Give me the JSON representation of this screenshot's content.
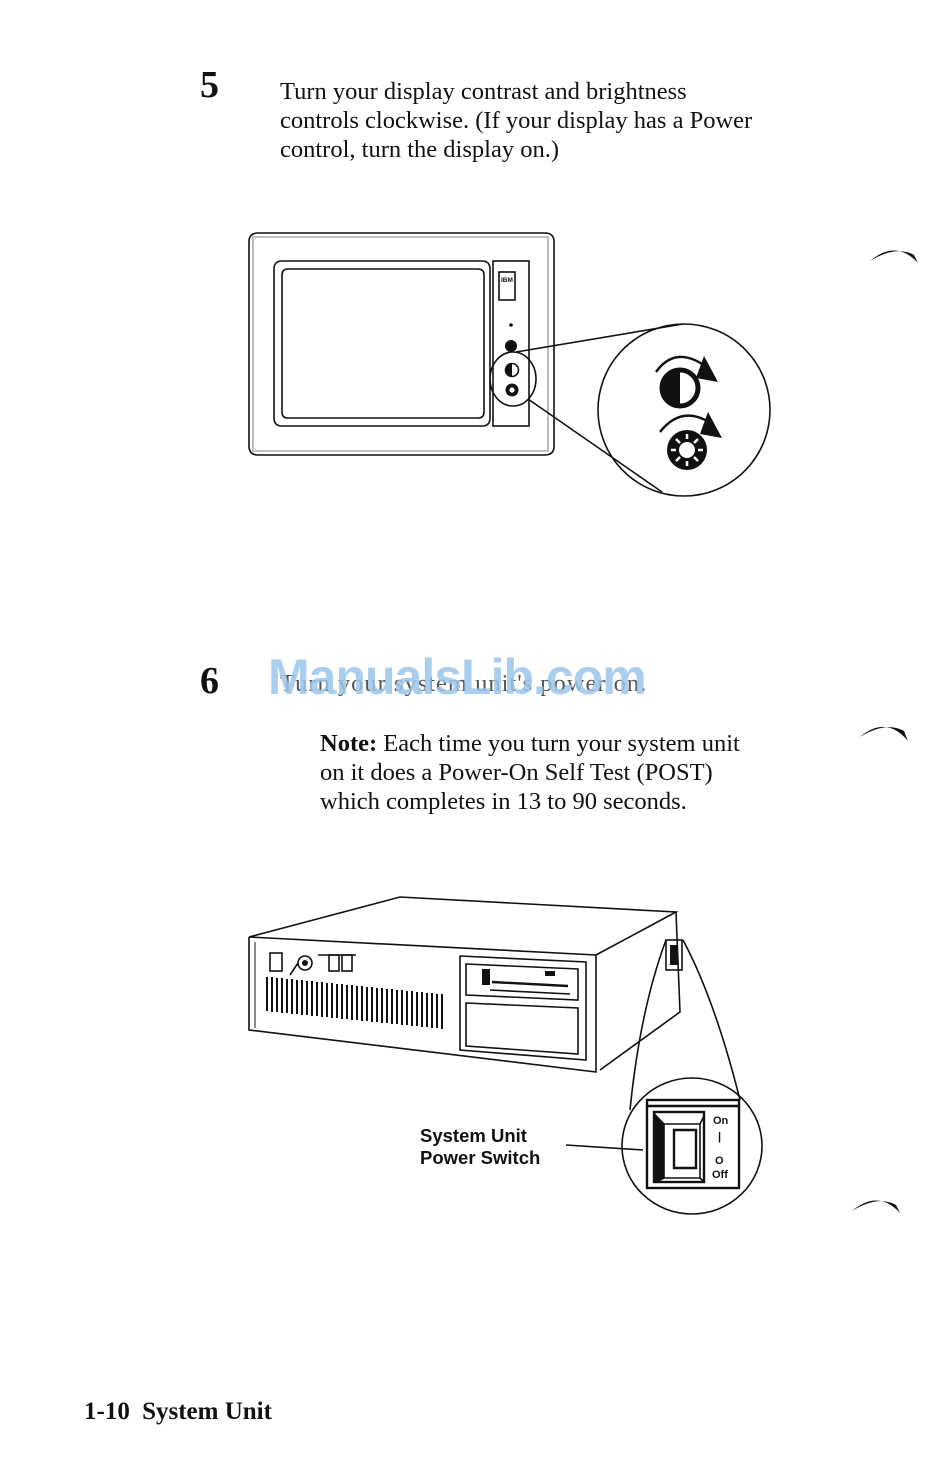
{
  "step5": {
    "number": "5",
    "lines": [
      "Turn your display contrast and brightness",
      "controls clockwise.  (If your display has a Power",
      "control, turn the display on.)"
    ]
  },
  "display_figure": {
    "logo": "IBM"
  },
  "step6": {
    "number": "6",
    "text": "Turn your system unit's power on.",
    "note_label": "Note:",
    "note_lines": [
      " Each time you turn your system unit",
      "on it does a Power-On Self Test (POST)",
      "which completes in 13 to 90 seconds."
    ]
  },
  "watermark": "ManualsLib.com",
  "system_unit_figure": {
    "callout_lines": [
      "System Unit",
      "Power Switch"
    ],
    "switch_on_label": "On",
    "switch_on_symbol": "|",
    "switch_off_symbol": "O",
    "switch_off_label": "Off"
  },
  "footer": {
    "page": "1-10",
    "section": "System Unit"
  }
}
